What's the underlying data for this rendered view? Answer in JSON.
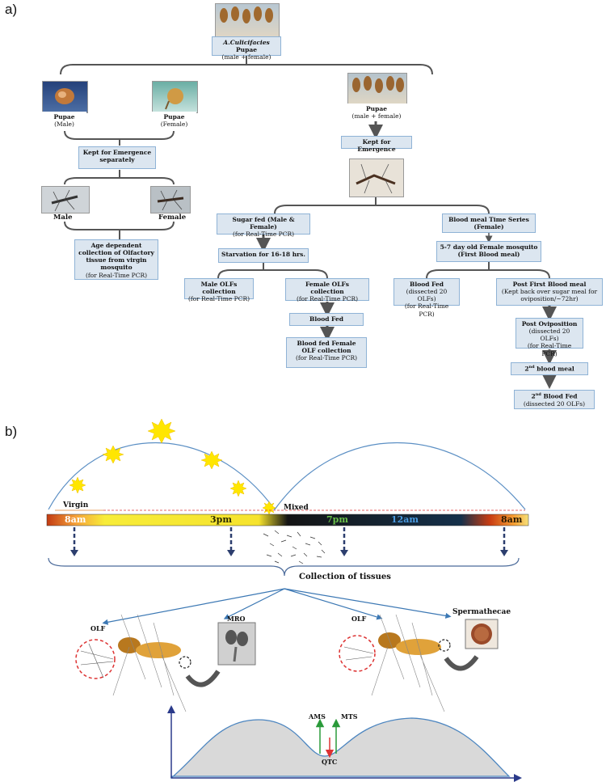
{
  "panel_a_label": "a)",
  "panel_b_label": "b)",
  "flow": {
    "root": {
      "title_italic": "A.Culicifacies",
      "title_rest": " Pupae",
      "sub": "(male + female)"
    },
    "pupae_male": {
      "title": "Pupae",
      "sub": "(Male)"
    },
    "pupae_female": {
      "title": "Pupae",
      "sub": "(Female)"
    },
    "emergence_sep": "Kept for Emergence separately",
    "male_label": "Male",
    "female_label": "Female",
    "age_dependent": {
      "title": "Age dependent collection of Olfactory tissue from virgin mosquito",
      "sub": "(for Real-Time PCR)"
    },
    "pupae_mixed": {
      "title": "Pupae",
      "sub": "(male + female)"
    },
    "emergence": "Kept for Emergence",
    "sugar_fed": {
      "title": "Sugar fed (Male & Female)",
      "sub": "(for Real-Time PCR)"
    },
    "starvation": "Starvation for 16-18 hrs.",
    "male_olf": {
      "title": "Male OLFs collection",
      "sub": "(for Real-Time PCR)"
    },
    "female_olf": {
      "title": "Female OLFs collection",
      "sub": "(for Real-Time PCR)"
    },
    "blood_fed": "Blood Fed",
    "blood_fed_female": {
      "title": "Blood fed Female OLF collection",
      "sub": "(for Real-Time PCR)"
    },
    "blood_meal_ts": {
      "title": "Blood meal Time Series",
      "sub_b": "(Female)"
    },
    "five_seven": {
      "title": "5-7 day old Female mosquito",
      "sub_b": "(First Blood meal)"
    },
    "blood_fed2": {
      "title": "Blood Fed",
      "sub1": "(dissected 20 OLFs)",
      "sub2": "(for Real-Time PCR)"
    },
    "post_first": {
      "title": "Post First Blood meal",
      "sub1": "(Kept back over sugar meal  for oviposition/~72hr)"
    },
    "post_ovi": {
      "title": "Post Oviposition",
      "sub1": "(dissected 20 OLFs)",
      "sub2": "(for Real-Time PCR)"
    },
    "second_meal": {
      "pre": "2",
      "sup": "nd",
      "post": "  blood meal"
    },
    "second_fed": {
      "pre": "2",
      "sup": "nd",
      "post": " Blood Fed",
      "sub": "(dissected 20 OLFs)"
    }
  },
  "timeline": {
    "virgin": "Virgin",
    "mixed": "Mixed",
    "t8am": "8am",
    "t3pm": "3pm",
    "t7pm": "7pm",
    "t12am": "12am",
    "t8am2": "8am",
    "collection": "Collection of tissues",
    "olf1": "OLF",
    "mro": "MRO",
    "olf2": "OLF",
    "spermathecae": "Spermathecae",
    "ams": "AMS",
    "mts": "MTS",
    "qtc": "QTC"
  },
  "colors": {
    "box_fill": "#dce6f0",
    "box_border": "#8fb3d6",
    "sun": "#ffe600",
    "curve": "#5b8fc4",
    "arrow_dark": "#2c3e6e"
  }
}
